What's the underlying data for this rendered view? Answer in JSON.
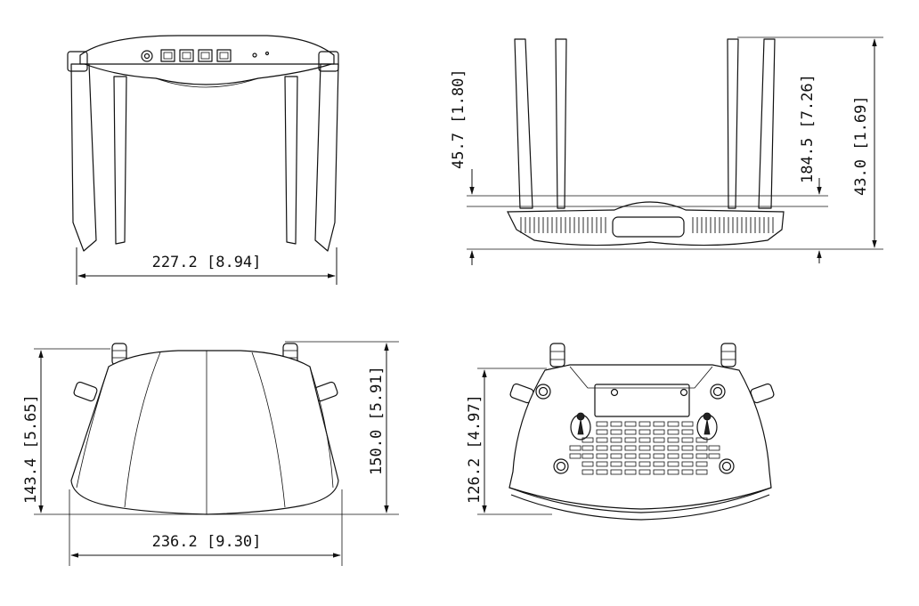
{
  "dimensions": {
    "front_width": "227.2 [8.94]",
    "side_antenna_extra": "45.7 [1.80]",
    "side_total_height": "184.5 [7.26]",
    "side_body_height": "43.0 [1.69]",
    "top_depth_left": "143.4 [5.65]",
    "top_depth_right": "150.0 [5.91]",
    "top_width": "236.2 [9.30]",
    "bottom_depth": "126.2 [4.97]"
  }
}
